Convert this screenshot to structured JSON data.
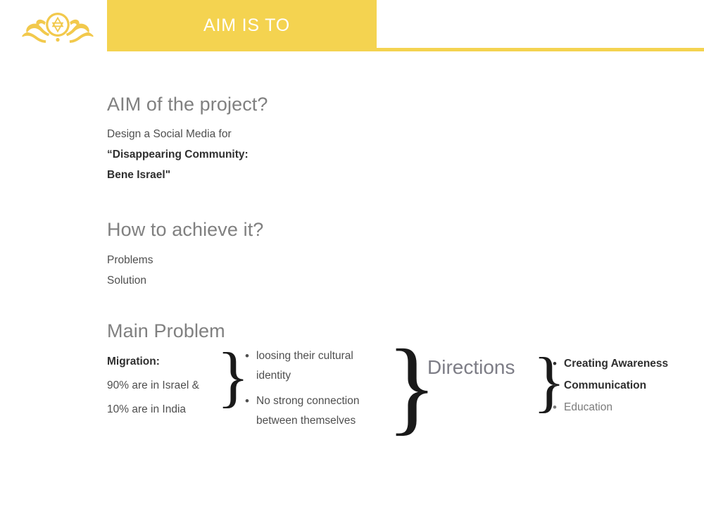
{
  "theme": {
    "accent_yellow": "#f4d350",
    "heading_gray": "#808080",
    "body_gray": "#4f4f4f",
    "dark_text": "#2f2f2f",
    "muted_gray": "#7b7b7b",
    "background": "#ffffff"
  },
  "header": {
    "title": "AIM IS TO",
    "logo_icon": "star-of-david-ornament-icon"
  },
  "sections": {
    "aim": {
      "heading": "AIM of the project?",
      "lines": [
        "Design a Social Media for",
        "“Disappearing Community:",
        " Bene Israel\""
      ]
    },
    "how": {
      "heading": "How to achieve it?",
      "lines": [
        "Problems",
        "Solution"
      ]
    },
    "main_problem": {
      "heading": "Main Problem",
      "migration": {
        "label": "Migration:",
        "lines": [
          "90% are in Israel &",
          "10% are in India"
        ]
      },
      "brace_1": "}",
      "problems": [
        "loosing their cultural identity",
        "No strong connection between themselves"
      ],
      "brace_2": "}",
      "directions_label": "Directions",
      "brace_3": "}",
      "directions": [
        {
          "text": "Creating Awareness",
          "muted": false
        },
        {
          "text": "Communication",
          "muted": false
        },
        {
          "text": "Education",
          "muted": true
        }
      ],
      "bullet_glyph": "•"
    }
  }
}
